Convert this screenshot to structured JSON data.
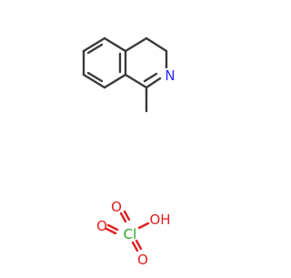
{
  "molecule_1": {
    "nitrogen_label": "N",
    "nitrogen_color": "#2a2aff"
  },
  "molecule_2": {
    "chlorine_label": "Cl",
    "chlorine_color": "#2aa02a",
    "oxygen_label": "O",
    "oxygen_color": "#e02020",
    "hydroxyl_label": "OH"
  },
  "colors": {
    "carbon_bond": "#3a3a3a",
    "background": "#ffffff"
  }
}
